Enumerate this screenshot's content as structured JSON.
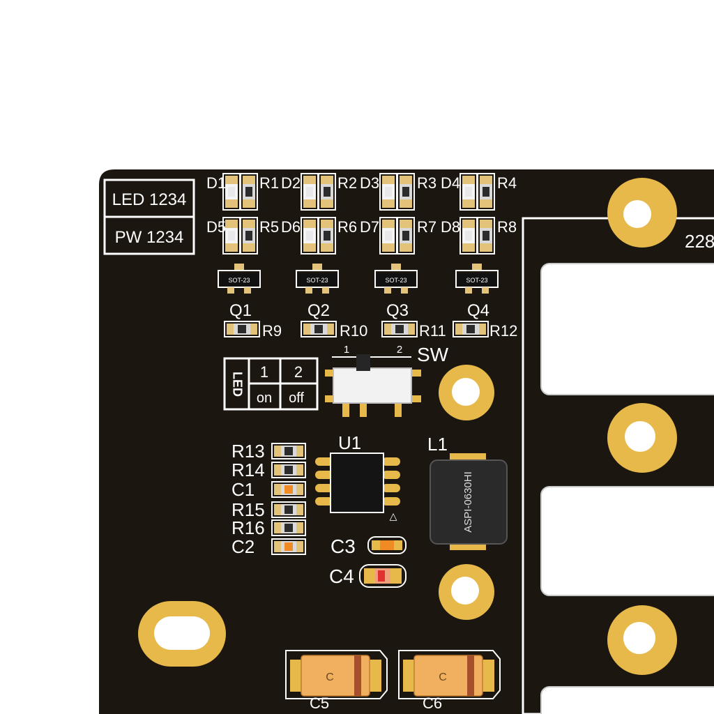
{
  "board": {
    "colors": {
      "board": "#1c1610",
      "gold": "#e6b94a",
      "pad_silver": "#d9d9d9",
      "silk": "#ffffff",
      "body_dark": "#1e1e1e",
      "tan": "#e3c27a",
      "orange": "#f08a24",
      "tantalum_body": "#f0b060",
      "tantalum_band": "#a5502a",
      "red": "#e03030"
    },
    "label_box": {
      "row1": "LED 1234",
      "row2": "PW 1234"
    },
    "edge_label": "228",
    "diodes": [
      "D1",
      "D2",
      "D3",
      "D4",
      "D5",
      "D6",
      "D7",
      "D8"
    ],
    "resistors_top": [
      "R1",
      "R2",
      "R3",
      "R4",
      "R5",
      "R6",
      "R7",
      "R8"
    ],
    "transistors": [
      "Q1",
      "Q2",
      "Q3",
      "Q4"
    ],
    "transistor_package": "SOT-23",
    "base_resistors": [
      "R9",
      "R10",
      "R11",
      "R12"
    ],
    "switch": {
      "ref": "SW",
      "pos1": "1",
      "pos2": "2",
      "table_label": "LED",
      "col1_header": "1",
      "col2_header": "2",
      "col1_value": "on",
      "col2_value": "off"
    },
    "ic": {
      "ref": "U1",
      "pin1_marker": "△"
    },
    "inductor": {
      "ref": "L1",
      "part": "ASPI-0630HI"
    },
    "left_column": [
      "R13",
      "R14",
      "C1",
      "R15",
      "R16",
      "C2"
    ],
    "caps_small": [
      "C3",
      "C4"
    ],
    "tantalum": [
      "C5",
      "C6"
    ],
    "tantalum_mark": "C"
  }
}
